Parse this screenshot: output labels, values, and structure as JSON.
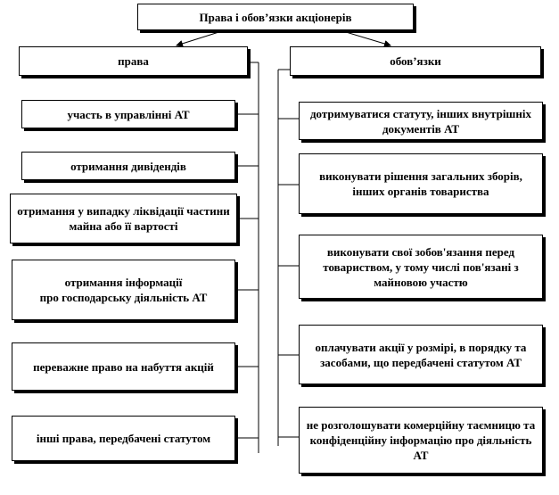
{
  "title": "Права і обов’язки акціонерів",
  "rights": {
    "heading": "права",
    "items": [
      "участь в управлінні АТ",
      "отримання дивідендів",
      "отримання у випадку ліквідації частини майна або її вартості",
      "отримання інформації\nпро господарську діяльність АТ",
      "переважне право на набуття акцій",
      "інші права, передбачені статутом"
    ]
  },
  "duties": {
    "heading": "обов’язки",
    "items": [
      "дотримуватися статуту, інших внутрішніх документів АТ",
      "виконувати рішення загальних зборів, інших органів товариства",
      "виконувати свої зобов'язання перед товариством, у тому числі пов'язані з майновою участю",
      "оплачувати акції у розмірі, в порядку та засобами, що передбачені статутом АТ",
      "не розголошувати комерційну таємницю та конфіденційну інформацію про діяльність АТ"
    ]
  },
  "colors": {
    "border": "#000000",
    "background": "#ffffff",
    "text": "#000000"
  }
}
